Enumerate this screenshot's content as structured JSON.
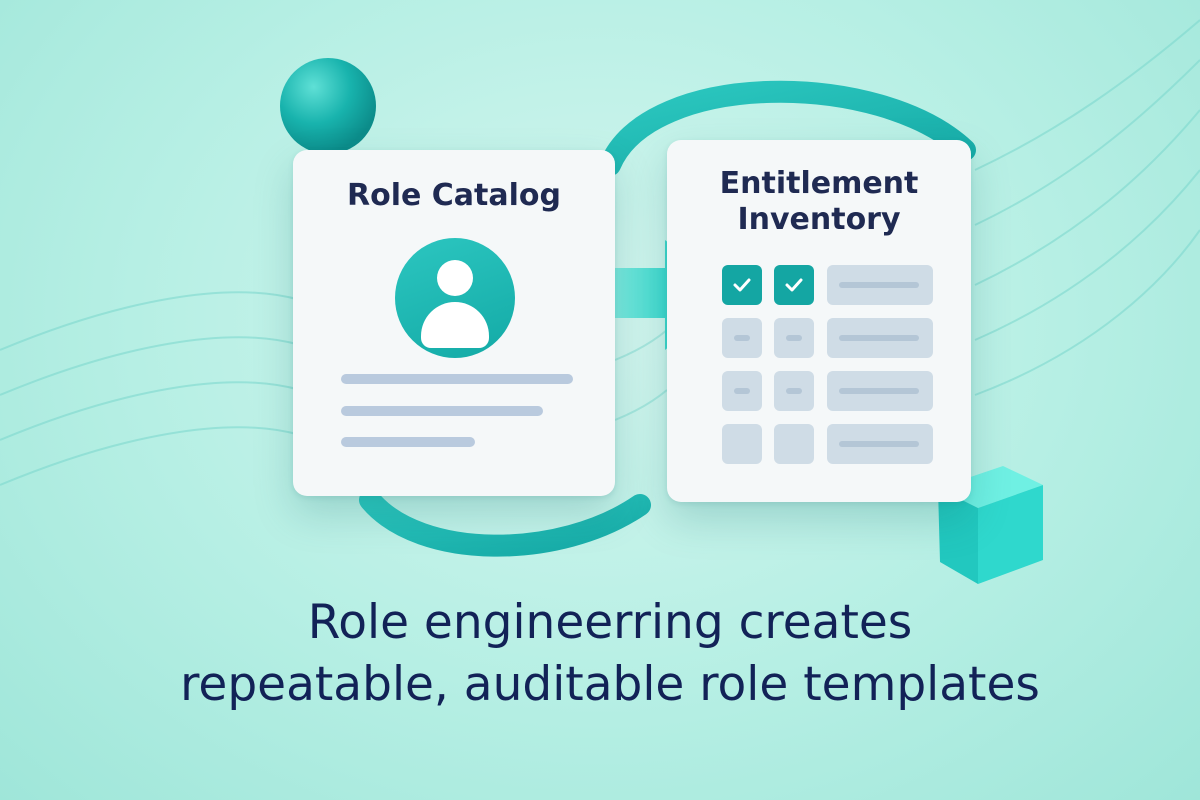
{
  "colors": {
    "accent": "#1aaeaa",
    "accent_light": "#48e3d8",
    "title_text": "#1f2a52",
    "headline_text": "#122257",
    "card_bg": "#f5f8f9",
    "placeholder": "#cfdce6"
  },
  "cards": {
    "role_catalog": {
      "title": "Role Catalog",
      "icon": "user-avatar-icon"
    },
    "entitlement_inventory": {
      "title_line1": "Entitlement",
      "title_line2": "Inventory",
      "checked_items": 2,
      "icon": "checkmark-icon"
    }
  },
  "decorations": {
    "sphere": "sphere-shape",
    "cube": "cube-shape",
    "arrow": "right-arrow-icon",
    "loop": "loop-ring"
  },
  "headline": {
    "line1": "Role engineerring creates",
    "line2": "repeatable, auditable role templates"
  }
}
